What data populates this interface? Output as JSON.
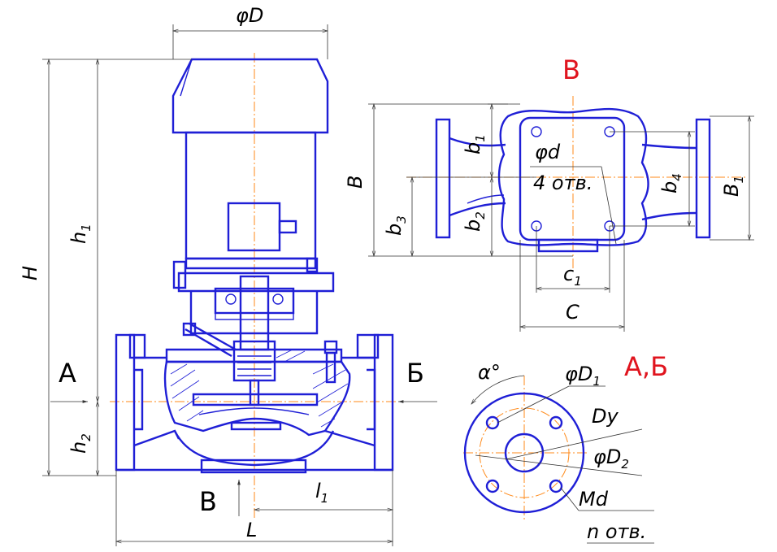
{
  "labels": {
    "phiD": "φD",
    "H": "H",
    "h1": "h",
    "h1_sub": "1",
    "h2": "h",
    "h2_sub": "2",
    "A": "А",
    "B_arrow": "Б",
    "V_bottom": "В",
    "L": "L",
    "l1": "l",
    "l1_sub": "1",
    "view_V": "В",
    "view_AB": "А,Б",
    "B": "B",
    "b1": "b",
    "b1_sub": "1",
    "b2": "b",
    "b2_sub": "2",
    "b3": "b",
    "b3_sub": "3",
    "b4": "b",
    "b4_sub": "4",
    "B1": "B",
    "B1_sub": "1",
    "phid": "φd",
    "holes4": "4 отв.",
    "c1": "c",
    "c1_sub": "1",
    "C": "C",
    "alpha": "α°",
    "phiD1": "φD",
    "phiD1_sub": "1",
    "Dy": "Dy",
    "phiD2": "φD",
    "phiD2_sub": "2",
    "Md": "Md",
    "n_holes": "n отв."
  },
  "colors": {
    "drawing": "#1f1fd6",
    "axis": "#ff8a1a",
    "view_label": "#e0141e",
    "dimension": "#333333"
  }
}
